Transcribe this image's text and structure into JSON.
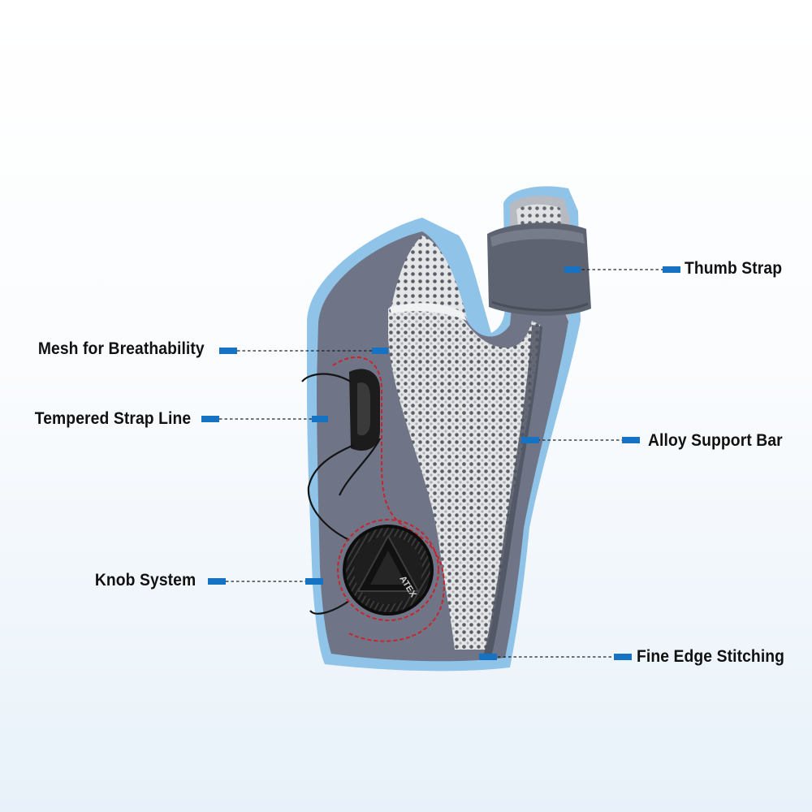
{
  "product_image": {
    "knob_brand_text": "ATEX"
  },
  "callouts": {
    "thumb_strap": "Thumb Strap",
    "mesh": "Mesh for Breathability",
    "strap_line": "Tempered Strap Line",
    "support_bar": "Alloy Support Bar",
    "knob": "Knob System",
    "edge_stitching": "Fine Edge Stitching"
  },
  "colors": {
    "binding_blue": "#8fc3e8",
    "felt_grey": "#6f7586",
    "mesh_light": "#dfe1e3",
    "marker_blue": "#1673c4",
    "stitch_red": "#c8242c"
  }
}
